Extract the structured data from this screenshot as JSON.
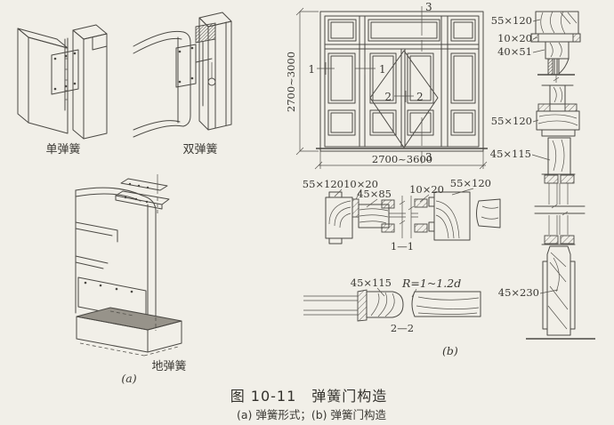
{
  "page": {
    "background": "#f1efe8",
    "ink": "#4b4944"
  },
  "hinges": {
    "single": "单弹簧",
    "double": "双弹簧",
    "floor": "地弹簧"
  },
  "parts": {
    "a": "(a)",
    "b": "(b)"
  },
  "elevation": {
    "height_range": "2700~3000",
    "width_range": "2700~3600",
    "marker1": "1",
    "marker2": "2",
    "marker3": "3"
  },
  "section11": {
    "title": "1—1",
    "frame_left": "55×120",
    "stop_left": "10×20",
    "stile": "45×85",
    "stop_right": "10×20",
    "frame_right": "55×120"
  },
  "section22": {
    "title": "2—2",
    "stile": "45×115",
    "radius": "R=1~1.2d"
  },
  "vsection": {
    "head": "55×120",
    "stop": "10×20",
    "bar": "40×51",
    "rail": "55×120",
    "top_rail": "45×115",
    "bottom_rail": "45×230"
  },
  "caption": {
    "title": "图 10-11　弹簧门构造",
    "subtitle": "(a) 弹簧形式；(b) 弹簧门构造"
  }
}
